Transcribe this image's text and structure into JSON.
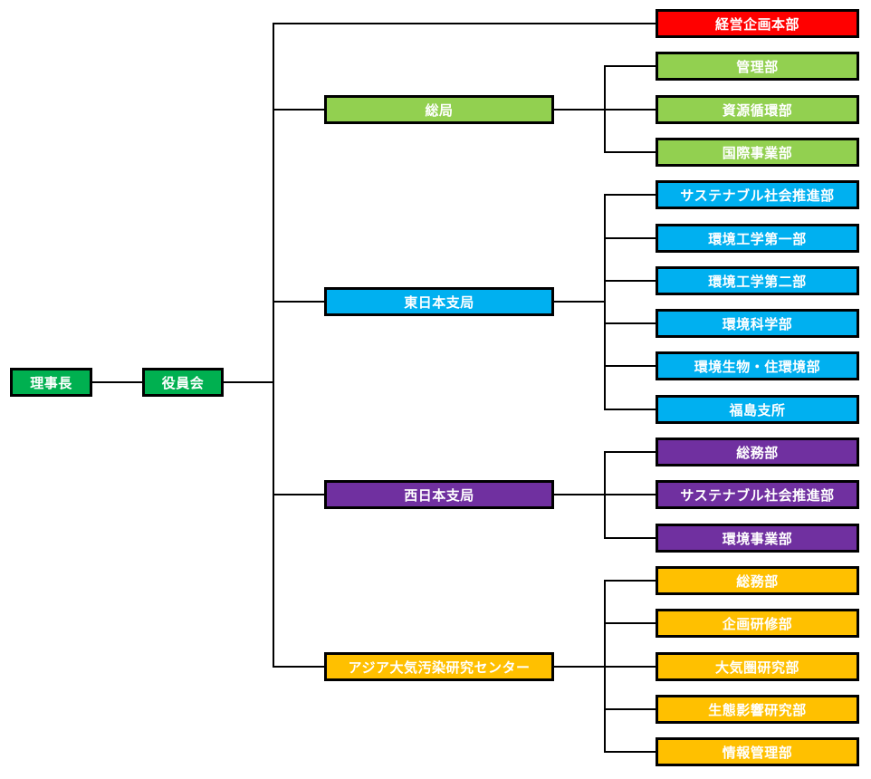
{
  "colors": {
    "leadership": "#00b050",
    "planning": "#ff0000",
    "general": "#92d050",
    "east": "#00b0f0",
    "west": "#7030a0",
    "acap": "#ffc000",
    "line": "#000000",
    "text": "#ffffff"
  },
  "chairman": {
    "label": "理事長",
    "color_key": "leadership"
  },
  "board": {
    "label": "役員会",
    "color_key": "leadership"
  },
  "top_department": {
    "label": "経営企画本部",
    "color_key": "planning"
  },
  "branches": [
    {
      "label": "総局",
      "color_key": "general",
      "departments": [
        "管理部",
        "資源循環部",
        "国際事業部"
      ]
    },
    {
      "label": "東日本支局",
      "color_key": "east",
      "departments": [
        "サステナブル社会推進部",
        "環境工学第一部",
        "環境工学第二部",
        "環境科学部",
        "環境生物・住環境部",
        "福島支所"
      ]
    },
    {
      "label": "西日本支局",
      "color_key": "west",
      "departments": [
        "総務部",
        "サステナブル社会推進部",
        "環境事業部"
      ]
    },
    {
      "label": "アジア大気汚染研究センター",
      "color_key": "acap",
      "departments": [
        "総務部",
        "企画研修部",
        "大気圏研究部",
        "生態影響研究部",
        "情報管理部"
      ]
    }
  ]
}
